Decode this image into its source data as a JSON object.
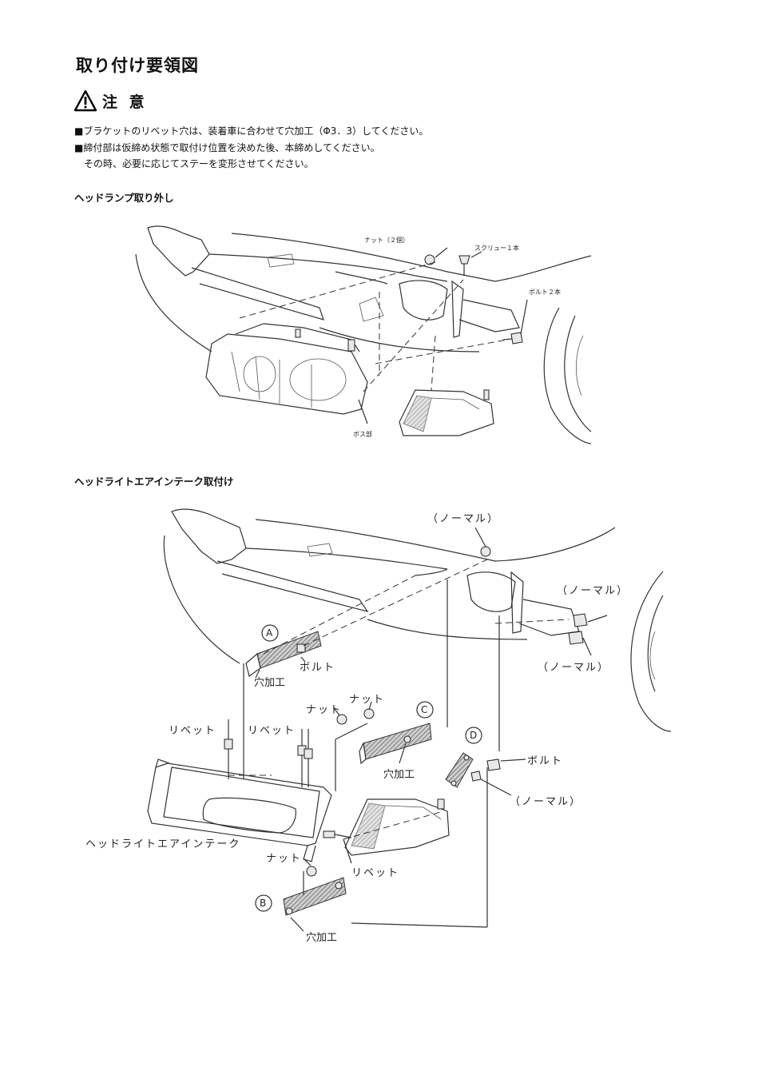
{
  "title": "取り付け要領図",
  "caution": {
    "icon": "warning-triangle-icon",
    "label": "注 意"
  },
  "notes": [
    "■ブラケットのリベット穴は、装着車に合わせて穴加工（Φ3．3）してください。",
    "■締付部は仮締め状態で取付け位置を決めた後、本締めしてください。",
    "　その時、必要に応じてステーを変形させてください。"
  ],
  "section1": {
    "heading": "ヘッドランプ取り外し",
    "labels": {
      "nut": "ナット（２個）",
      "screw": "スクリュー１本",
      "bolt": "ボルト２本",
      "boss": "ボス部"
    }
  },
  "section2": {
    "heading": "ヘッドライトエアインテーク取付け",
    "labels": {
      "normal_top": "（ノーマル）",
      "normal_right1": "（ノーマル）",
      "normal_right2": "（ノーマル）",
      "normal_d": "（ノーマル）",
      "a": "A",
      "b": "B",
      "c": "C",
      "d": "D",
      "bolt_a": "ボルト",
      "hole_a": "穴加工",
      "nut1": "ナット",
      "nut2": "ナット",
      "rivet1": "リベット",
      "rivet2": "リベット",
      "hole_c": "穴加工",
      "bolt_d": "ボルト",
      "intake": "ヘッドライトエアインテーク",
      "nut_b": "ナット",
      "rivet_b": "リベット",
      "hole_b": "穴加工"
    }
  }
}
